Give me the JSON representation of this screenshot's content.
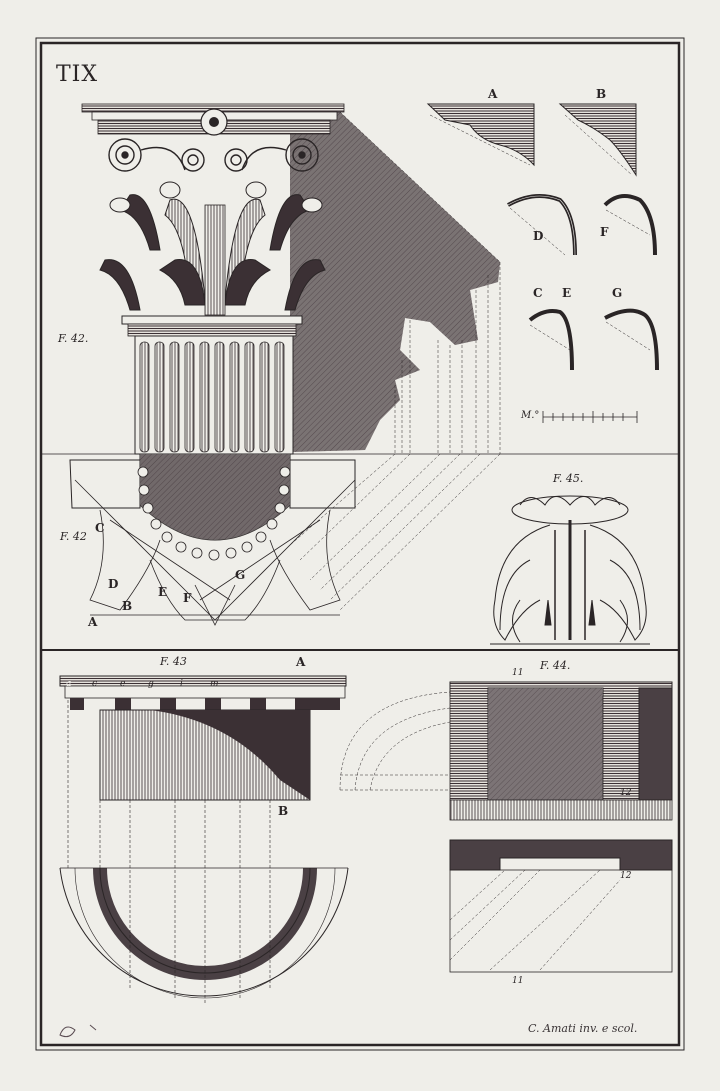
{
  "plate": {
    "number": "TIX",
    "signature": "C. Amati inv. e scol.",
    "scale_label": "M.°"
  },
  "colors": {
    "paper": "#efeee9",
    "ink": "#2a2526",
    "hatch": "#3b3034",
    "shadow": "#5a4c52"
  },
  "figures": {
    "capital_elevation": "F. 42.",
    "capital_plan": "F. 42",
    "entablature": "F. 43",
    "section": "F. 44.",
    "leaf": "F. 45."
  },
  "profile_labels": {
    "A": "A",
    "B": "B",
    "C": "C",
    "D": "D",
    "E": "E",
    "F": "F",
    "G": "G"
  },
  "plan_labels": {
    "A": "A",
    "B": "B",
    "C": "C",
    "D": "D",
    "E": "E",
    "F": "F",
    "G": "G"
  },
  "f43_labels": {
    "top": "A",
    "bottom": "B",
    "a": "a",
    "c": "c",
    "e": "e",
    "g": "g",
    "i": "i",
    "m": "m"
  },
  "f44_labels": {
    "n11a": "11",
    "n11b": "11",
    "n12a": "12",
    "n12b": "12"
  }
}
